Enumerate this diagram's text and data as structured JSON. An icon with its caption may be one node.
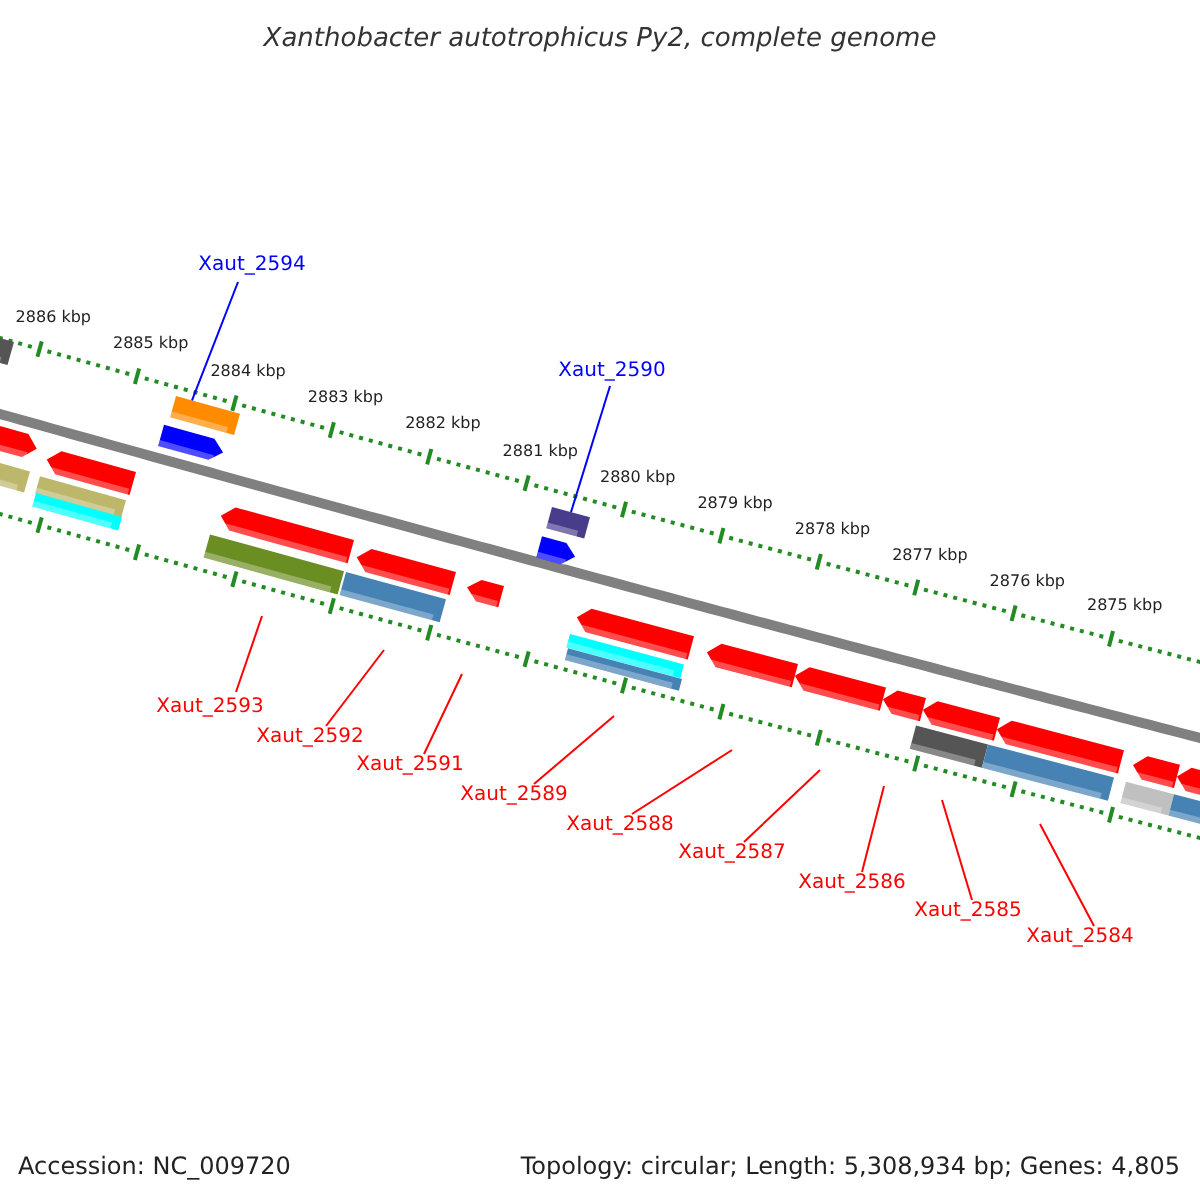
{
  "diagram": {
    "title": "Xanthobacter autotrophicus Py2, complete genome",
    "nodes": [
      {
        "text": [
          "Xaut_2594"
        ]
      },
      {
        "text": [
          "Xaut_2590"
        ]
      },
      {
        "text": [
          "Xaut_2593"
        ]
      },
      {
        "text": [
          "Xaut_2592"
        ]
      },
      {
        "text": [
          "Xaut_2591"
        ]
      },
      {
        "text": [
          "Xaut_2589"
        ]
      },
      {
        "text": [
          "Xaut_2588"
        ]
      },
      {
        "text": [
          "Xaut_2587"
        ]
      },
      {
        "text": [
          "Xaut_2586"
        ]
      },
      {
        "text": [
          "Xaut_2585"
        ]
      },
      {
        "text": [
          "Xaut_2584"
        ]
      },
      {
        "text": [],
        "shape": "bar"
      },
      {
        "text": [],
        "shape": "bar"
      }
    ],
    "edges": [
      {
        "from": 0,
        "to": 11,
        "arrow": "none",
        "color": "#0000ff"
      },
      {
        "from": 1,
        "to": 12,
        "arrow": "none",
        "color": "#0000ff"
      },
      {
        "from": 2,
        "to": null,
        "arrow": "none"
      },
      {
        "from": 3,
        "to": null,
        "arrow": "none"
      },
      {
        "from": 4,
        "to": null,
        "arrow": "none"
      },
      {
        "from": 5,
        "to": null,
        "arrow": "none"
      },
      {
        "from": 6,
        "to": null,
        "arrow": "none"
      },
      {
        "from": 7,
        "to": null,
        "arrow": "none"
      },
      {
        "from": 8,
        "to": null,
        "arrow": "none"
      },
      {
        "from": 9,
        "to": null,
        "arrow": "none"
      },
      {
        "from": 10,
        "to": null,
        "arrow": "none"
      }
    ],
    "labels": [
      "2886 kbp",
      "2885 kbp",
      "2884 kbp",
      "2883 kbp",
      "2882 kbp",
      "2881 kbp",
      "2880 kbp",
      "2879 kbp",
      "2878 kbp",
      "2877 kbp",
      "2876 kbp",
      "2875 kbp",
      "Accession: NC_009720",
      "Topology: circular; Length: 5,308,934 bp; Genes: 4,805"
    ]
  }
}
